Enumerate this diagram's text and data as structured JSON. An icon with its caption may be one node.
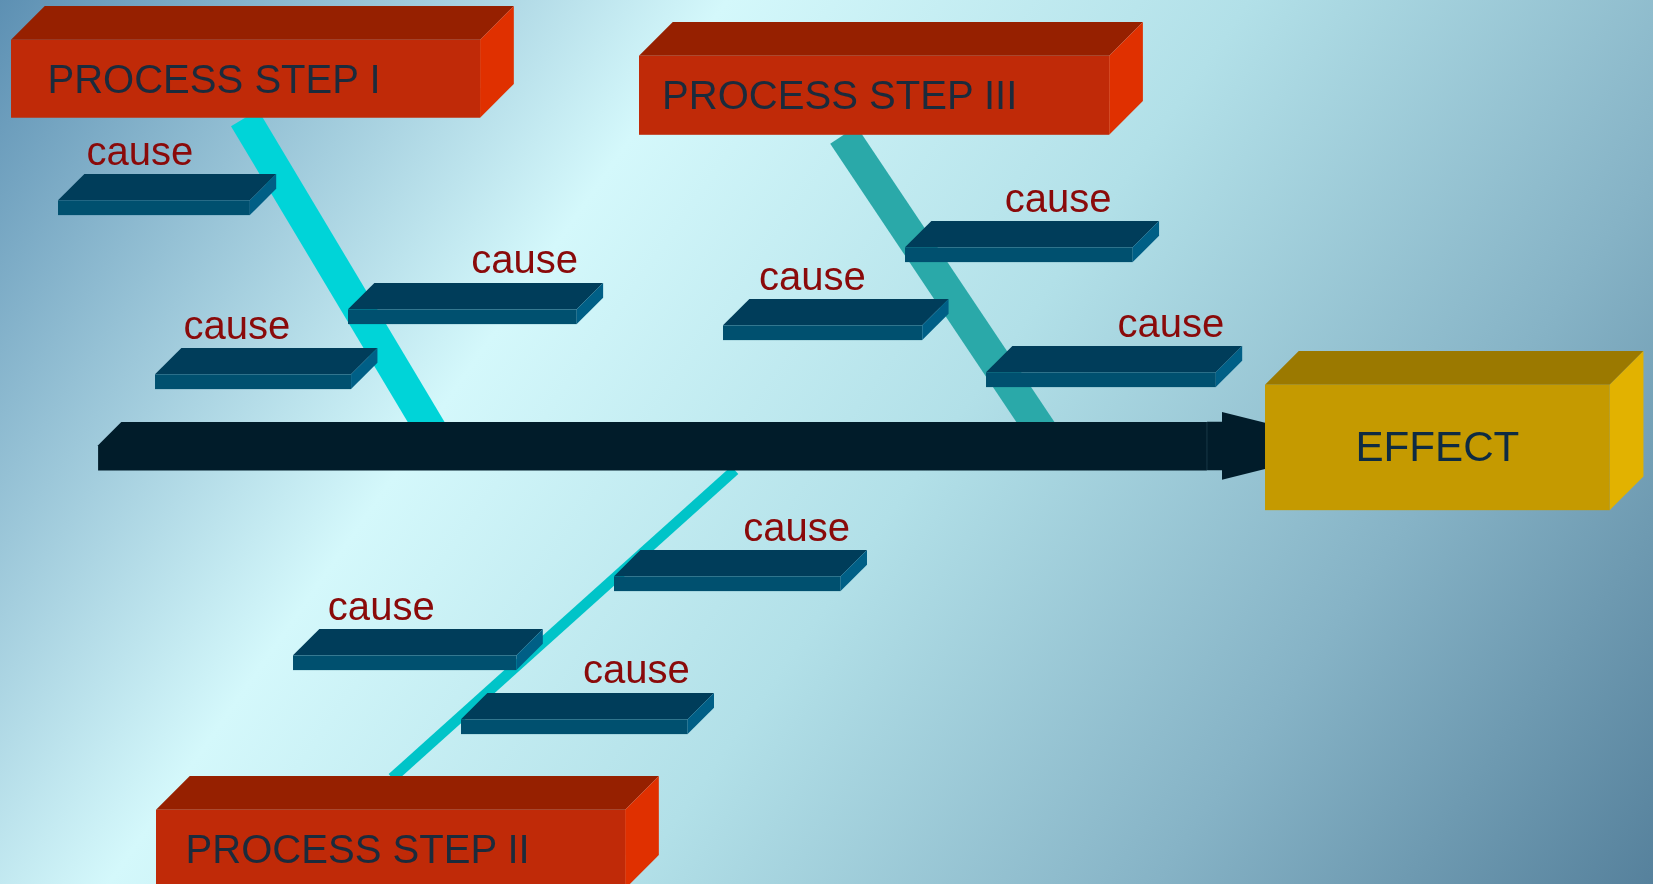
{
  "diagram": {
    "nodes": [
      {
        "text": [
          "PROCESS STEP I"
        ]
      },
      {
        "text": [
          "PROCESS STEP III"
        ]
      },
      {
        "text": [
          "cause"
        ]
      },
      {
        "text": [
          "cause"
        ]
      },
      {
        "text": [
          "cause"
        ]
      },
      {
        "text": [
          "cause"
        ]
      },
      {
        "text": [
          "cause"
        ]
      },
      {
        "text": [
          "cause"
        ]
      },
      {
        "text": [
          "EFFECT"
        ]
      },
      {
        "text": [],
        "shape": "bar"
      },
      {
        "text": [
          "cause"
        ]
      },
      {
        "text": [
          "cause"
        ]
      },
      {
        "text": [
          "cause"
        ]
      },
      {
        "text": [
          "PROCESS STEP II"
        ]
      }
    ],
    "edges": [
      {
        "from": 0,
        "to": 9,
        "arrow": "none",
        "color": "#00d4d8"
      },
      {
        "from": 1,
        "to": 9,
        "arrow": "none",
        "color": "#2aa9a9"
      },
      {
        "from": 13,
        "to": 9,
        "arrow": "none",
        "color": "#00c4c8"
      },
      {
        "from": 9,
        "to": 8,
        "arrow": "to",
        "color": "#011c2a"
      }
    ]
  }
}
